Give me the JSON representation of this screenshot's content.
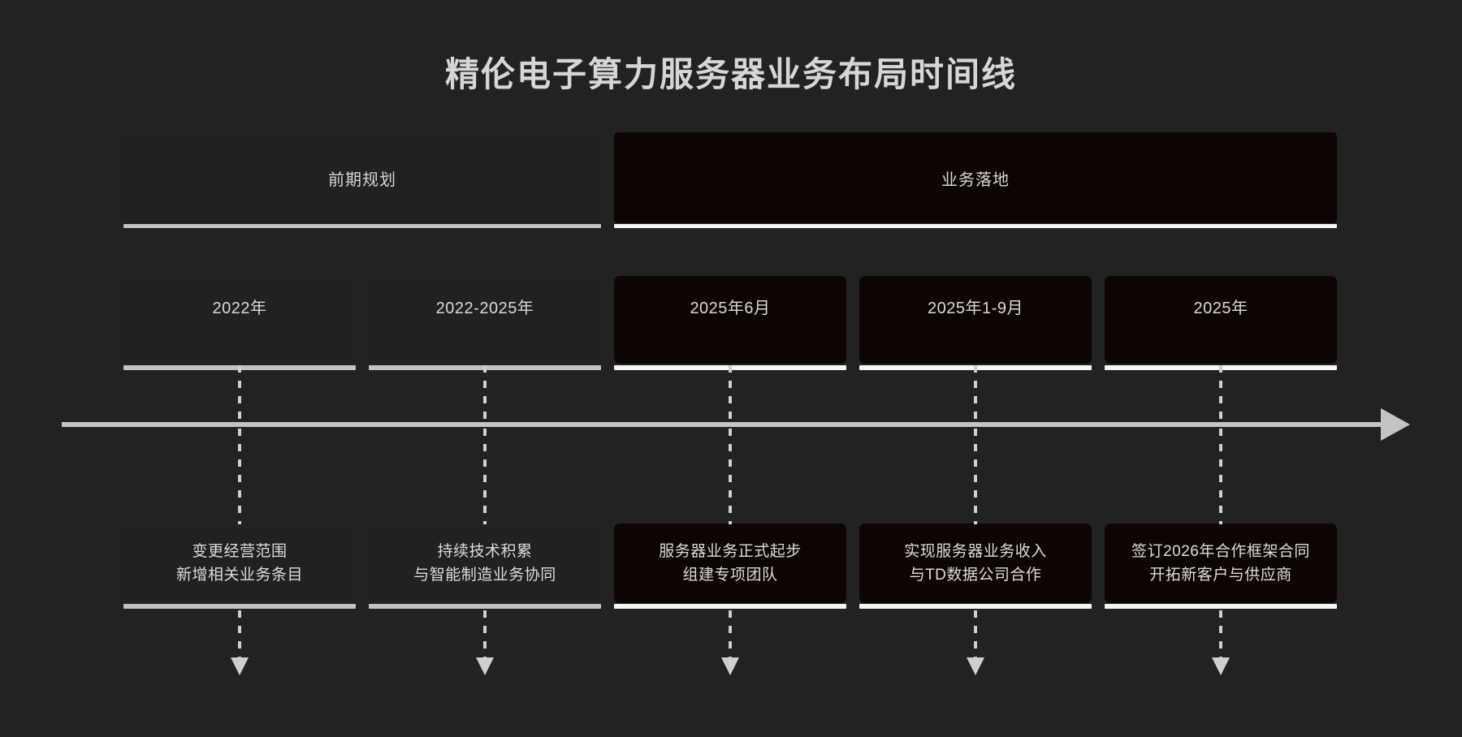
{
  "title": "精伦电子算力服务器业务布局时间线",
  "colors": {
    "background": "#222222",
    "text": "#d8d8d8",
    "panel_planning": "#212121",
    "panel_execution": "#0d0503",
    "underline_dim": "#c2c2c2",
    "underline_bright": "#f2f6f5",
    "axis": "#c4c4c4",
    "connector": "#cfcfcf"
  },
  "phases": [
    {
      "label": "前期规划",
      "tone": "planning",
      "span": 2
    },
    {
      "label": "业务落地",
      "tone": "execution",
      "span": 3
    }
  ],
  "milestones": [
    {
      "date": "2022年",
      "tone": "planning",
      "event_lines": [
        "变更经营范围",
        "新增相关业务条目"
      ]
    },
    {
      "date": "2022-2025年",
      "tone": "planning",
      "event_lines": [
        "持续技术积累",
        "与智能制造业务协同"
      ]
    },
    {
      "date": "2025年6月",
      "tone": "execution",
      "event_lines": [
        "服务器业务正式起步",
        "组建专项团队"
      ]
    },
    {
      "date": "2025年1-9月",
      "tone": "execution",
      "event_lines": [
        "实现服务器业务收入",
        "与TD数据公司合作"
      ]
    },
    {
      "date": "2025年",
      "tone": "execution",
      "event_lines": [
        "签订2026年合作框架合同",
        "开拓新客户与供应商"
      ]
    }
  ],
  "axis": {
    "direction_icon": "right-arrow-icon"
  }
}
